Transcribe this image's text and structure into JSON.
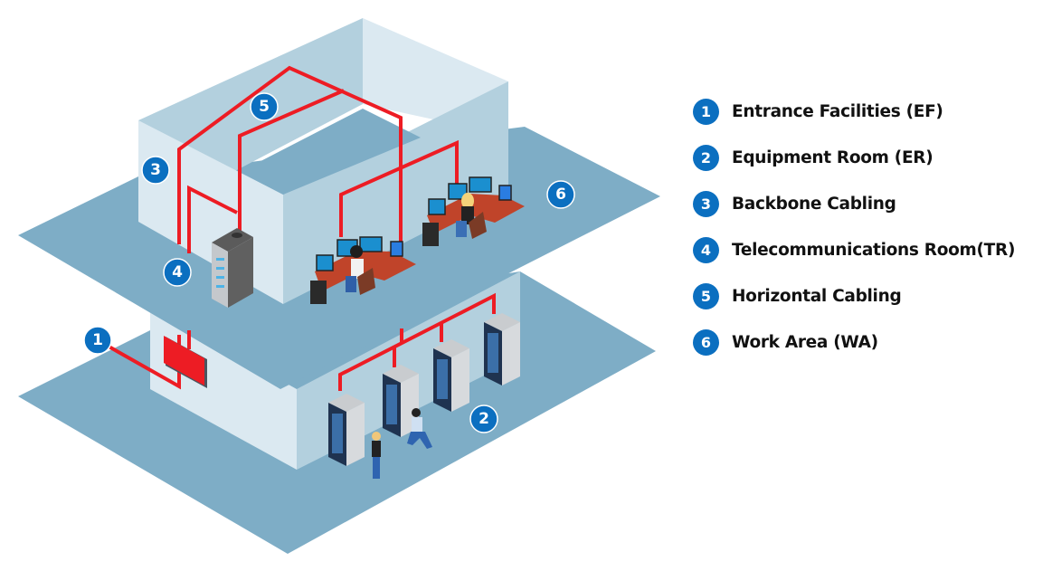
{
  "diagram": {
    "title": "Structured Cabling Subsystems",
    "colors": {
      "badge": "#0b6fc0",
      "cable": "#ed1c24",
      "floor": "#7eadc6",
      "wall_light": "#dbe9f1",
      "wall_mid": "#b3d0de",
      "label_text": "#111111"
    },
    "markers": [
      {
        "number": "1",
        "target": "entrance-facilities"
      },
      {
        "number": "2",
        "target": "equipment-room"
      },
      {
        "number": "3",
        "target": "backbone-cabling"
      },
      {
        "number": "4",
        "target": "telecommunications-room"
      },
      {
        "number": "5",
        "target": "horizontal-cabling"
      },
      {
        "number": "6",
        "target": "work-area"
      }
    ]
  },
  "legend": {
    "items": [
      {
        "number": "1",
        "label": "Entrance Facilities (EF)"
      },
      {
        "number": "2",
        "label": "Equipment Room (ER)"
      },
      {
        "number": "3",
        "label": "Backbone Cabling"
      },
      {
        "number": "4",
        "label": "Telecommunications Room(TR)"
      },
      {
        "number": "5",
        "label": "Horizontal Cabling"
      },
      {
        "number": "6",
        "label": "Work Area (WA)"
      }
    ]
  }
}
